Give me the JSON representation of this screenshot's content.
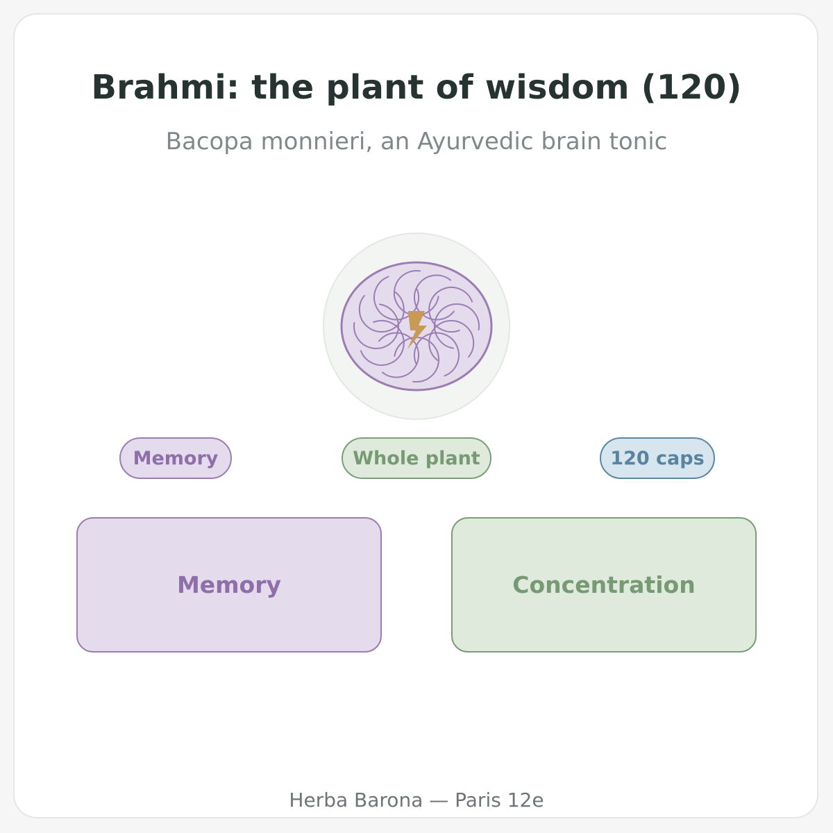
{
  "header": {
    "title": "Brahmi: the plant of wisdom (120)",
    "subtitle": "Bacopa monnieri, an Ayurvedic brain tonic"
  },
  "emblem": {
    "icon": "brain-lightning-icon",
    "colors": {
      "fill": "#e4dbec",
      "stroke": "#9b7db4",
      "bolt": "#c99a55",
      "halo": "#f3f5f2"
    }
  },
  "tags": [
    {
      "label": "Memory",
      "color": "#9b7db4"
    },
    {
      "label": "Whole plant",
      "color": "#7a9e77"
    },
    {
      "label": "120 caps",
      "color": "#5b86a4"
    }
  ],
  "benefits": [
    {
      "label": "Memory",
      "color": "#9b7db4"
    },
    {
      "label": "Concentration",
      "color": "#7a9e77"
    }
  ],
  "footer": {
    "text": "Herba Barona — Paris 12e"
  }
}
